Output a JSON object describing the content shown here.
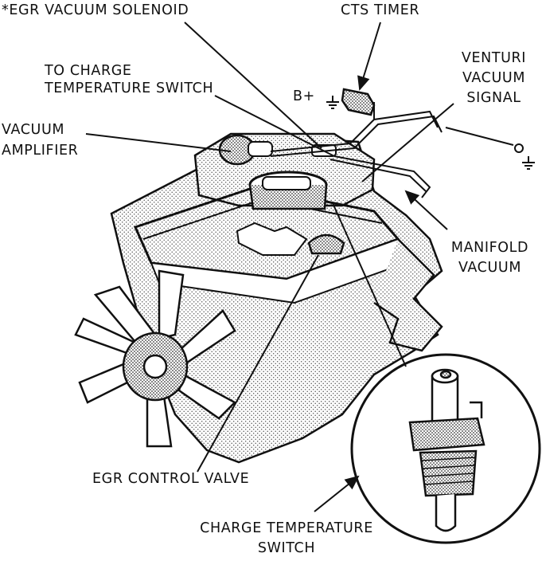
{
  "labels": {
    "egr_vacuum_solenoid": "*EGR VACUUM SOLENOID",
    "cts_timer": "CTS TIMER",
    "to_charge_line1": "TO CHARGE",
    "to_charge_line2": "TEMPERATURE SWITCH",
    "venturi_line1": "VENTURI",
    "venturi_line2": "VACUUM",
    "venturi_line3": "SIGNAL",
    "b_plus": "B+",
    "vacuum_amp_line1": "VACUUM",
    "vacuum_amp_line2": "AMPLIFIER",
    "manifold_line1": "MANIFOLD",
    "manifold_line2": "VACUUM",
    "egr_control_valve": "EGR CONTROL VALVE",
    "charge_switch_line1": "CHARGE TEMPERATURE",
    "charge_switch_line2": "SWITCH"
  }
}
